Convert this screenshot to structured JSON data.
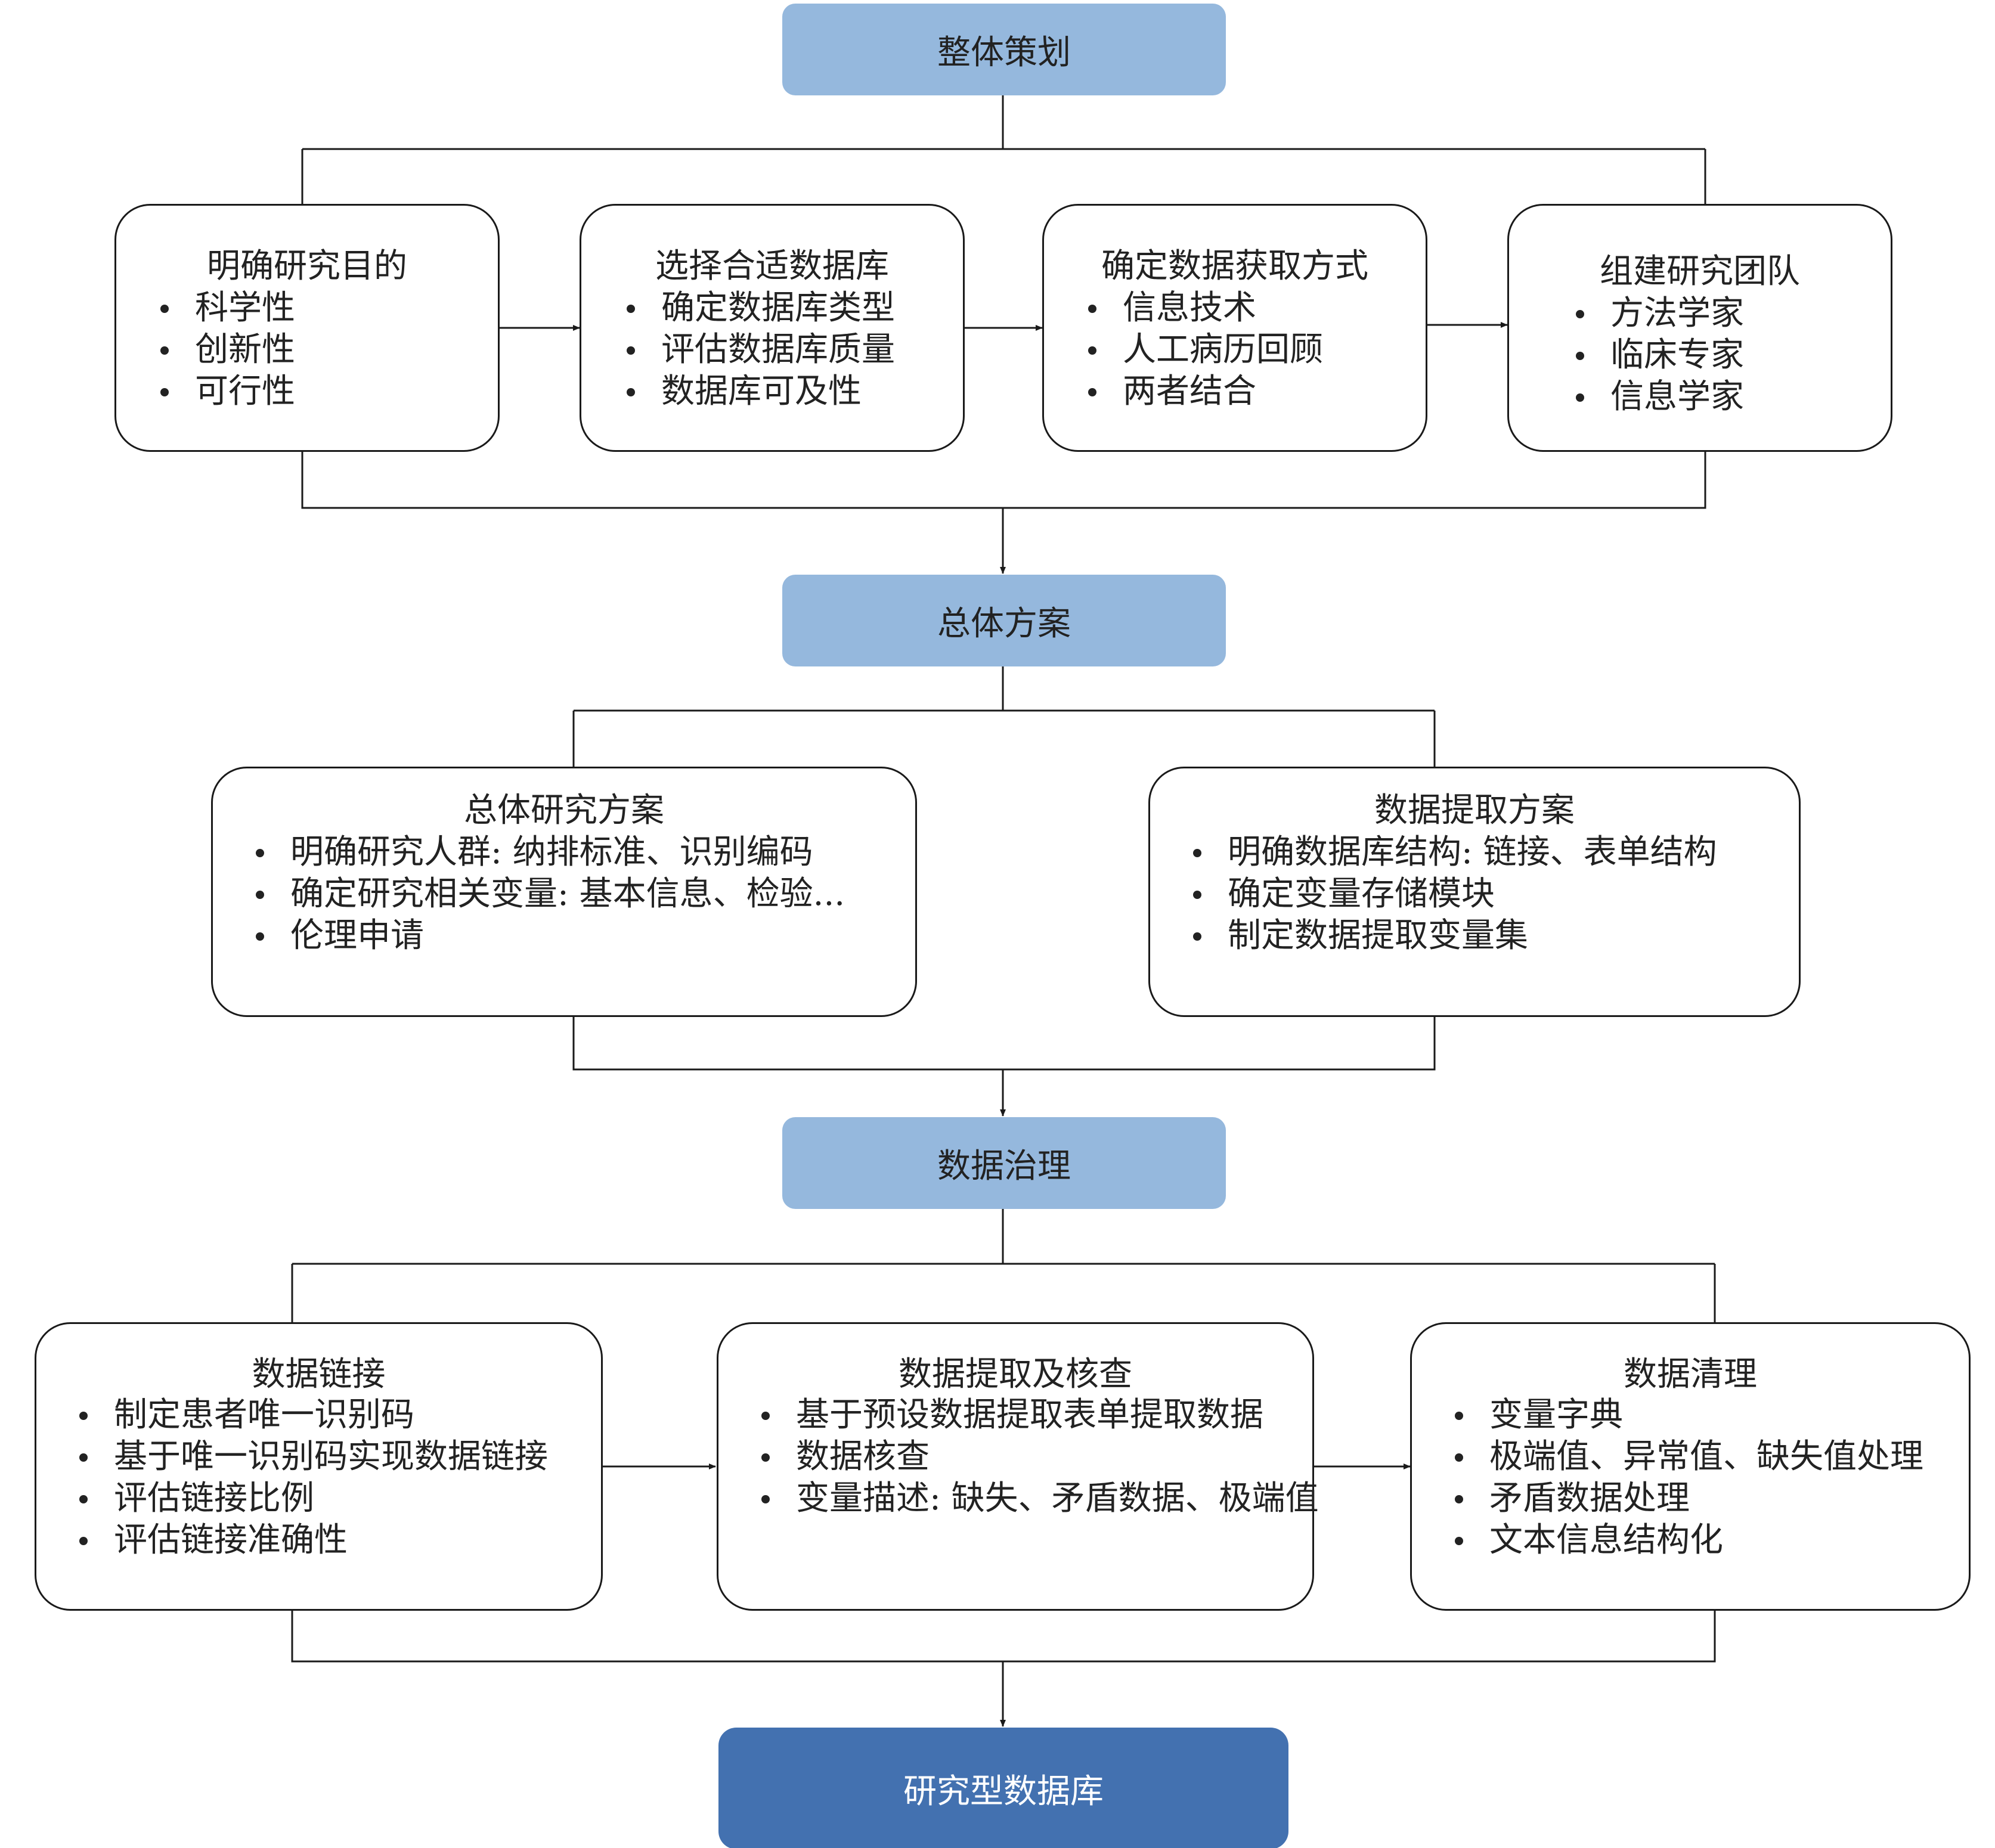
{
  "colors": {
    "stage_fill": "#95b8dd",
    "final_fill": "#4371b0",
    "line": "#1a1a1a"
  },
  "stages": {
    "planning": "整体策划",
    "overall_plan": "总体方案",
    "governance": "数据治理",
    "final": "研究型数据库"
  },
  "planning_cards": [
    {
      "title": "明确研究目的",
      "items": [
        "科学性",
        "创新性",
        "可行性"
      ]
    },
    {
      "title": "选择合适数据库",
      "items": [
        "确定数据库类型",
        "评估数据库质量",
        "数据库可及性"
      ]
    },
    {
      "title": "确定数据获取方式",
      "items": [
        "信息技术",
        "人工病历回顾",
        "两者结合"
      ]
    },
    {
      "title": "组建研究团队",
      "items": [
        "方法学家",
        "临床专家",
        "信息学家"
      ]
    }
  ],
  "plan_cards": [
    {
      "title": "总体研究方案",
      "items": [
        "明确研究人群: 纳排标准、识别编码",
        "确定研究相关变量: 基本信息、检验...",
        "伦理申请"
      ]
    },
    {
      "title": "数据提取方案",
      "items": [
        "明确数据库结构: 链接、表单结构",
        "确定变量存储模块",
        "制定数据提取变量集"
      ]
    }
  ],
  "governance_cards": [
    {
      "title": "数据链接",
      "items": [
        "制定患者唯一识别码",
        "基于唯一识别码实现数据链接",
        "评估链接比例",
        "评估链接准确性"
      ]
    },
    {
      "title": "数据提取及核查",
      "items": [
        "基于预设数据提取表单提取数据",
        "数据核查",
        "变量描述: 缺失、矛盾数据、极端值"
      ]
    },
    {
      "title": "数据清理",
      "items": [
        "变量字典",
        "极端值、异常值、缺失值处理",
        "矛盾数据处理",
        "文本信息结构化"
      ]
    }
  ]
}
